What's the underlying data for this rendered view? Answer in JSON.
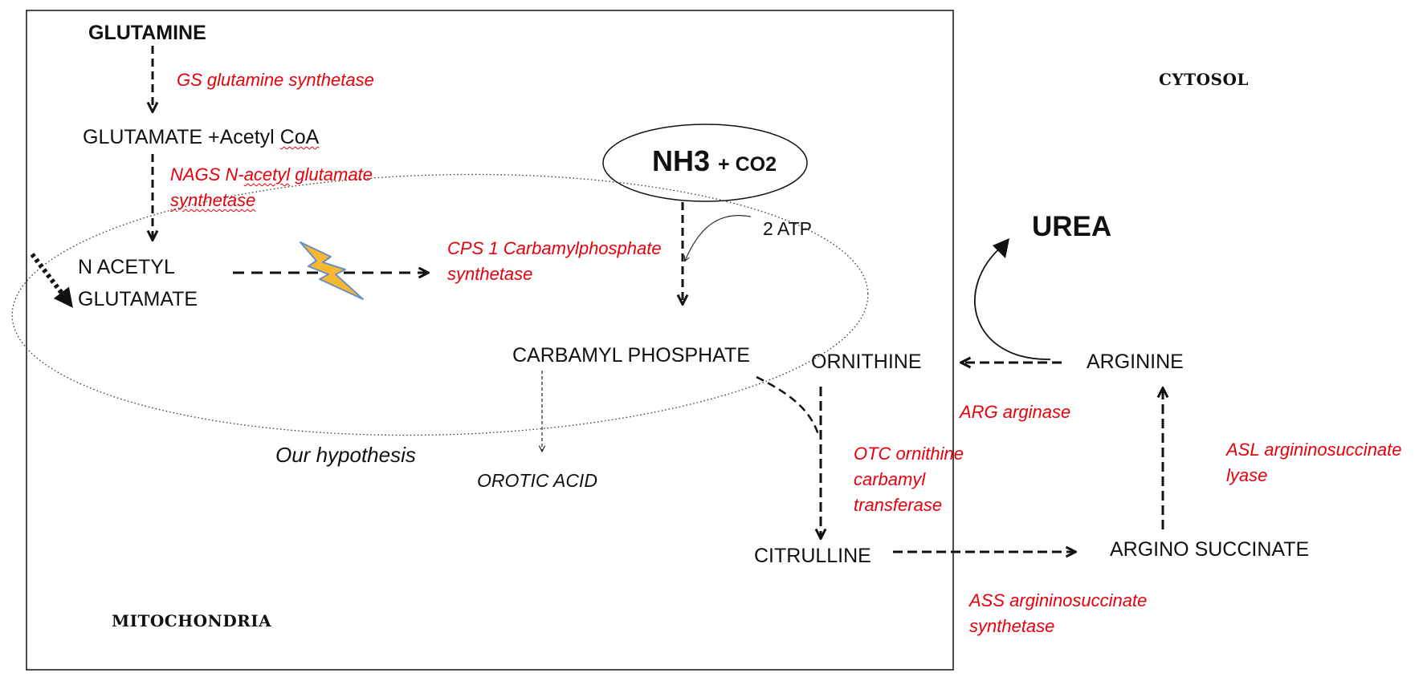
{
  "compartments": {
    "mitochondria": "MITOCHONDRIA",
    "cytosol": "CYTOSOL"
  },
  "metabolites": {
    "glutamine": "GLUTAMINE",
    "glutamate_prefix": "GLUTAMATE +Acetyl ",
    "glutamate_coa": "CoA",
    "n_acetyl_line1": "N ACETYL",
    "n_acetyl_line2": "GLUTAMATE",
    "nh3": "NH3",
    "co2": "+ CO2",
    "atp": "2 ATP",
    "carbamyl_phosphate": "CARBAMYL PHOSPHATE",
    "orotic_acid": "OROTIC ACID",
    "ornithine": "ORNITHINE",
    "arginine": "ARGININE",
    "urea": "UREA",
    "citrulline": "CITRULLINE",
    "argino_succinate": "ARGINO SUCCINATE"
  },
  "enzymes": {
    "gs": "GS glutamine synthetase",
    "nags_1a": "NAGS N-",
    "nags_1b": "acetyl",
    "nags_1c": " glutamate",
    "nags_2": "synthetase",
    "cps_1": "CPS 1 Carbamylphosphate",
    "cps_2": "synthetase",
    "arg": "ARG arginase",
    "otc_1": "OTC ornithine",
    "otc_2": "carbamyl",
    "otc_3": "transferase",
    "asl_1": "ASL argininosuccinate",
    "asl_2": "lyase",
    "ass_1": "ASS argininosuccinate",
    "ass_2": "synthetase"
  },
  "annotations": {
    "hypothesis": "Our hypothesis"
  },
  "colors": {
    "enzyme_text": "#e8000b",
    "lightning_fill": "#f5b82e",
    "lightning_stroke": "#6b8fc9",
    "line": "#111111"
  }
}
